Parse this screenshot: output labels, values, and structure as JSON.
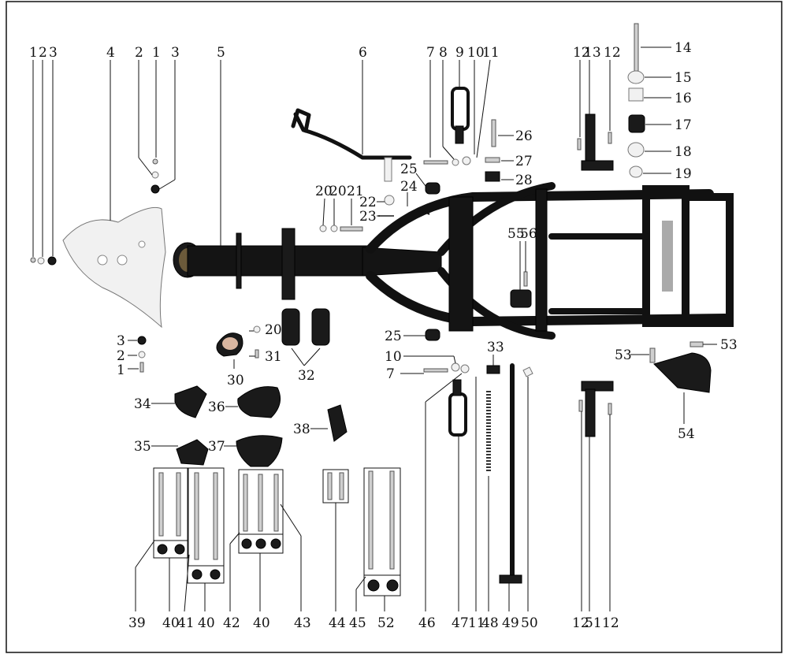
{
  "diagram": {
    "callouts": [
      {
        "id": "c1a",
        "text": "1"
      },
      {
        "id": "c2a",
        "text": "2"
      },
      {
        "id": "c3a",
        "text": "3"
      },
      {
        "id": "c4",
        "text": "4"
      },
      {
        "id": "c2b",
        "text": "2"
      },
      {
        "id": "c1b",
        "text": "1"
      },
      {
        "id": "c3b",
        "text": "3"
      },
      {
        "id": "c5",
        "text": "5"
      },
      {
        "id": "c6",
        "text": "6"
      },
      {
        "id": "c7a",
        "text": "7"
      },
      {
        "id": "c8",
        "text": "8"
      },
      {
        "id": "c9",
        "text": "9"
      },
      {
        "id": "c10a",
        "text": "10"
      },
      {
        "id": "c11a",
        "text": "11"
      },
      {
        "id": "c12a",
        "text": "12"
      },
      {
        "id": "c13",
        "text": "13"
      },
      {
        "id": "c12b",
        "text": "12"
      },
      {
        "id": "c14",
        "text": "14"
      },
      {
        "id": "c15",
        "text": "15"
      },
      {
        "id": "c16",
        "text": "16"
      },
      {
        "id": "c17",
        "text": "17"
      },
      {
        "id": "c18",
        "text": "18"
      },
      {
        "id": "c19",
        "text": "19"
      },
      {
        "id": "c26",
        "text": "26"
      },
      {
        "id": "c27",
        "text": "27"
      },
      {
        "id": "c28",
        "text": "28"
      },
      {
        "id": "c25a",
        "text": "25"
      },
      {
        "id": "c24",
        "text": "24"
      },
      {
        "id": "c20a",
        "text": "20"
      },
      {
        "id": "c20b",
        "text": "20"
      },
      {
        "id": "c21",
        "text": "21"
      },
      {
        "id": "c22",
        "text": "22"
      },
      {
        "id": "c23",
        "text": "23"
      },
      {
        "id": "c55",
        "text": "55"
      },
      {
        "id": "c56",
        "text": "56"
      },
      {
        "id": "c3c",
        "text": "3"
      },
      {
        "id": "c2c",
        "text": "2"
      },
      {
        "id": "c1c",
        "text": "1"
      },
      {
        "id": "c20c",
        "text": "20"
      },
      {
        "id": "c31",
        "text": "31"
      },
      {
        "id": "c30",
        "text": "30"
      },
      {
        "id": "c32",
        "text": "32"
      },
      {
        "id": "c25b",
        "text": "25"
      },
      {
        "id": "c10b",
        "text": "10"
      },
      {
        "id": "c7b",
        "text": "7"
      },
      {
        "id": "c33",
        "text": "33"
      },
      {
        "id": "c53a",
        "text": "53"
      },
      {
        "id": "c53b",
        "text": "53"
      },
      {
        "id": "c54",
        "text": "54"
      },
      {
        "id": "c34",
        "text": "34"
      },
      {
        "id": "c36",
        "text": "36"
      },
      {
        "id": "c38",
        "text": "38"
      },
      {
        "id": "c35",
        "text": "35"
      },
      {
        "id": "c37",
        "text": "37"
      },
      {
        "id": "c39",
        "text": "39"
      },
      {
        "id": "c40a",
        "text": "40"
      },
      {
        "id": "c41",
        "text": "41"
      },
      {
        "id": "c40b",
        "text": "40"
      },
      {
        "id": "c42",
        "text": "42"
      },
      {
        "id": "c40c",
        "text": "40"
      },
      {
        "id": "c43",
        "text": "43"
      },
      {
        "id": "c44",
        "text": "44"
      },
      {
        "id": "c45",
        "text": "45"
      },
      {
        "id": "c52",
        "text": "52"
      },
      {
        "id": "c46",
        "text": "46"
      },
      {
        "id": "c47",
        "text": "47"
      },
      {
        "id": "c11b",
        "text": "11"
      },
      {
        "id": "c48",
        "text": "48"
      },
      {
        "id": "c49",
        "text": "49"
      },
      {
        "id": "c50",
        "text": "50"
      },
      {
        "id": "c12c",
        "text": "12"
      },
      {
        "id": "c51",
        "text": "51"
      },
      {
        "id": "c12d",
        "text": "12"
      }
    ]
  }
}
